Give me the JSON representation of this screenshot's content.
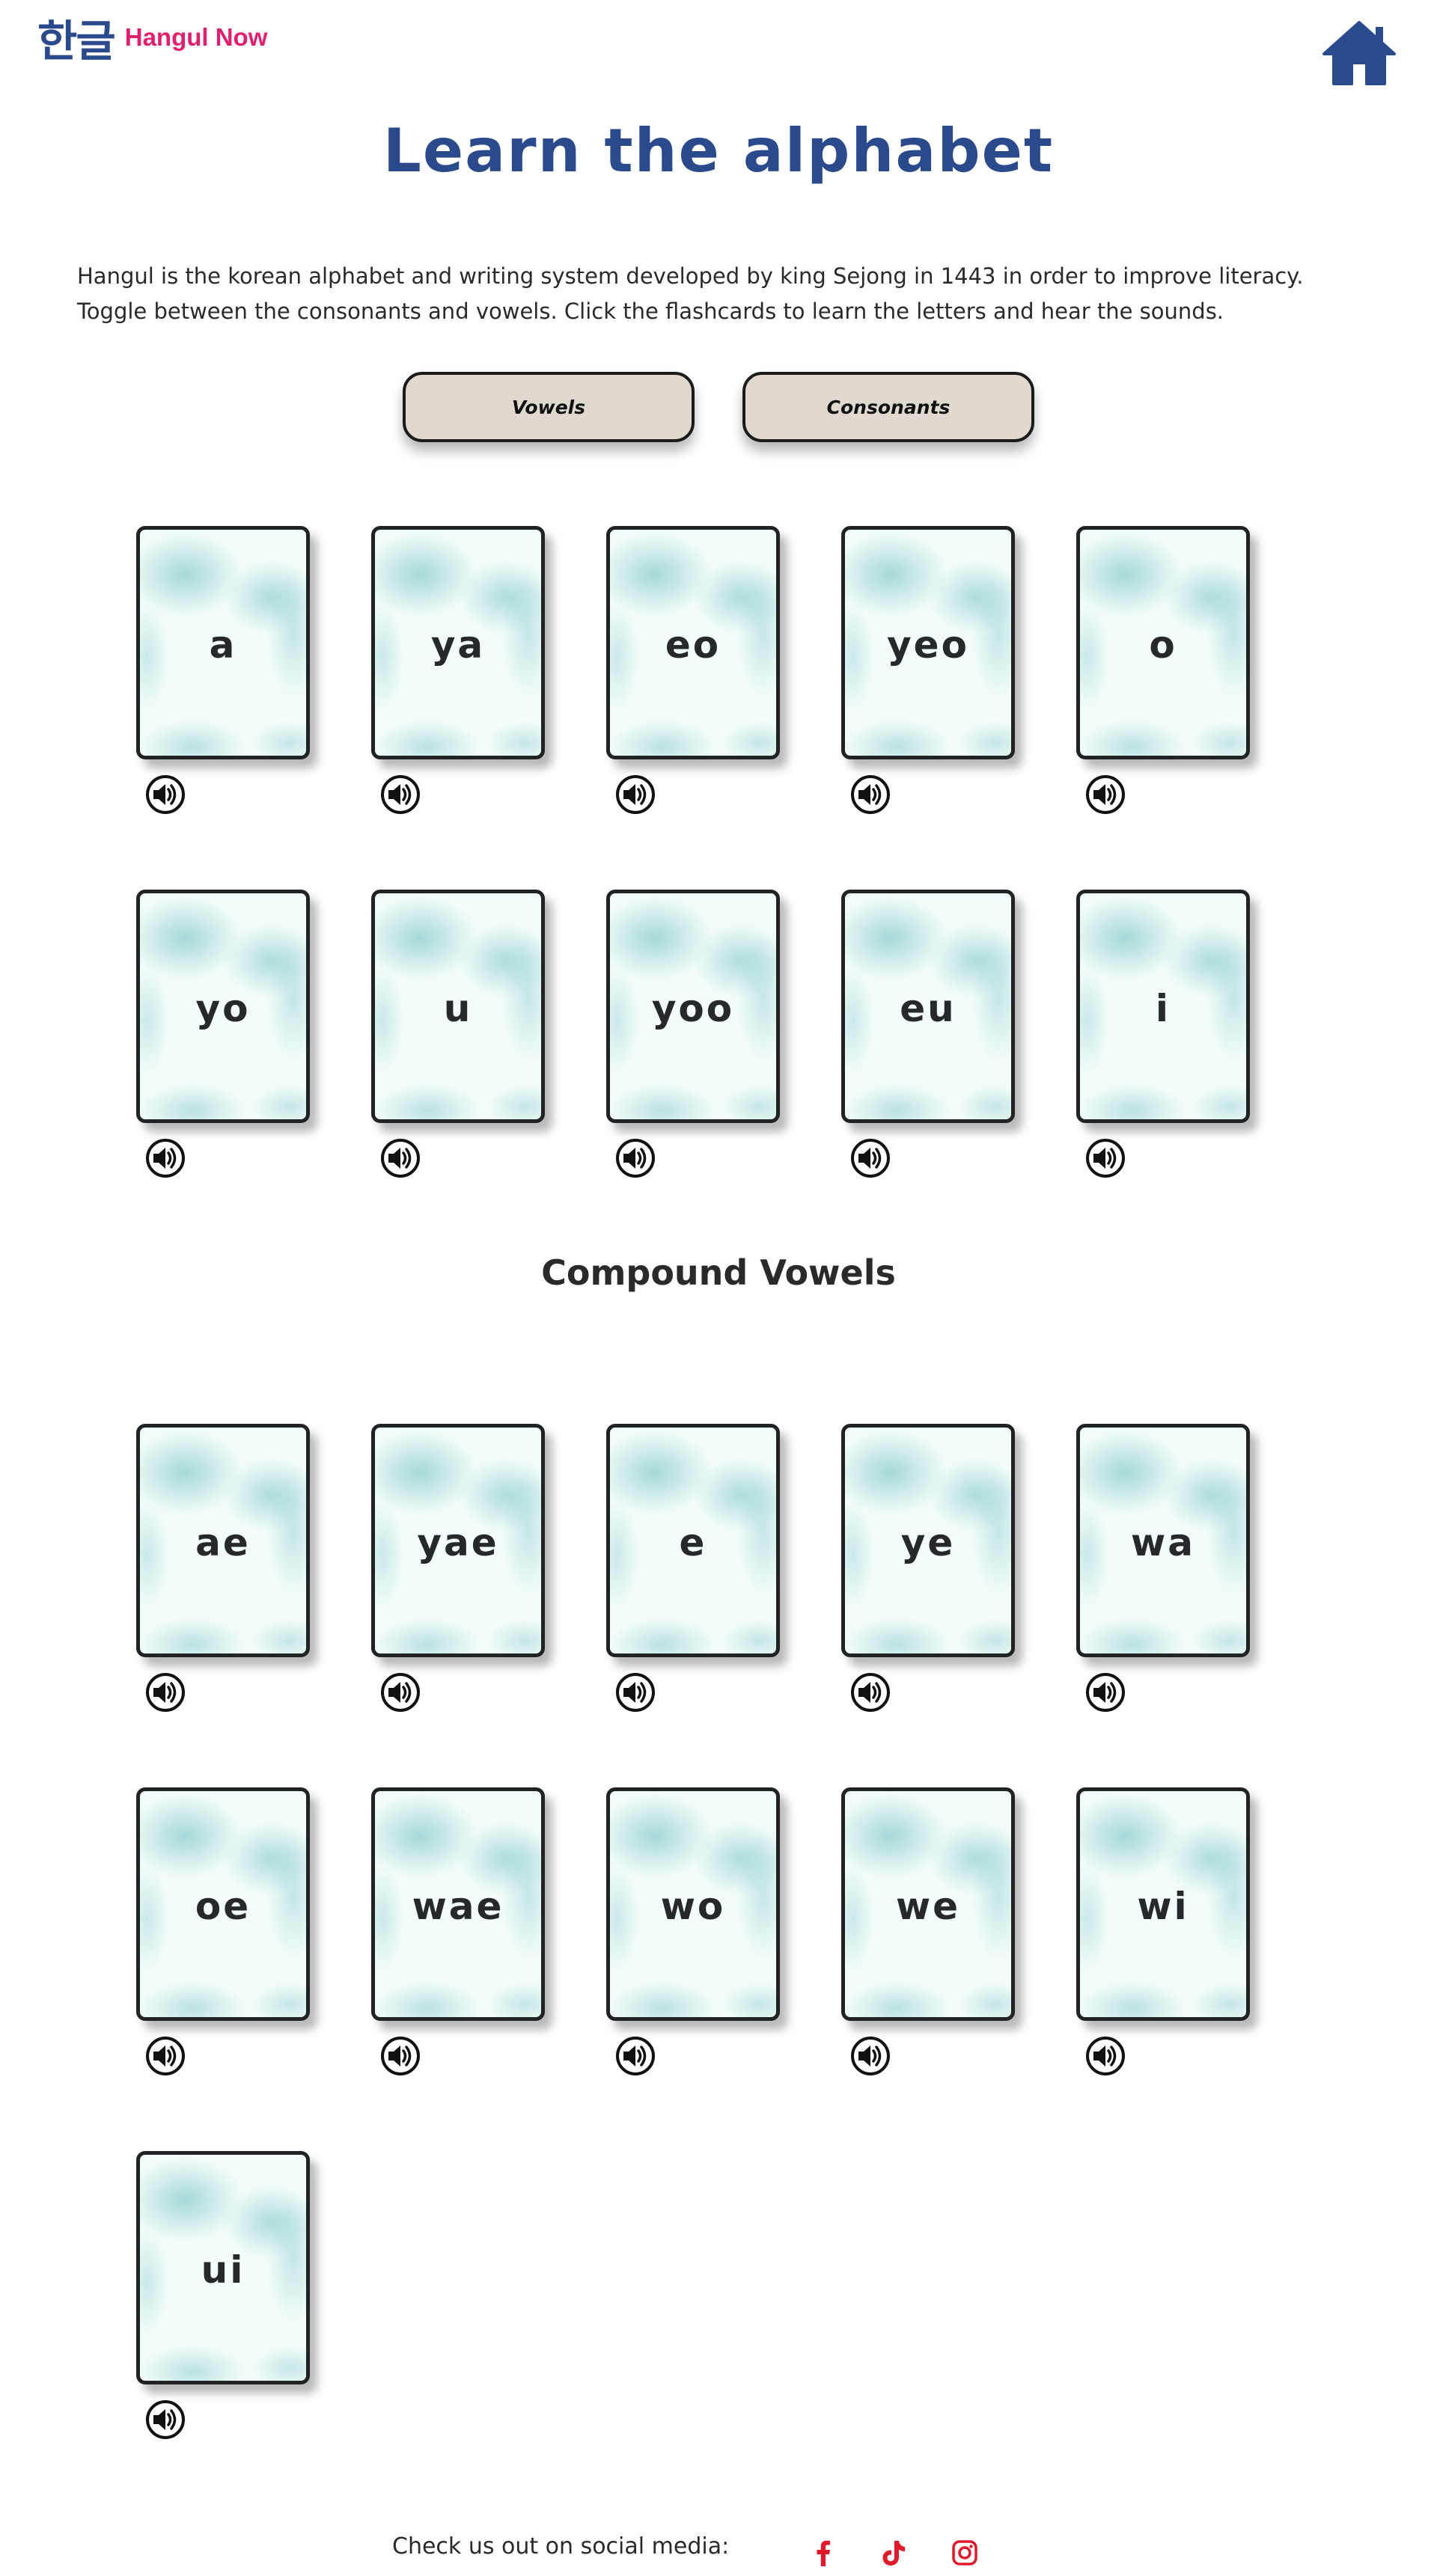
{
  "header": {
    "logo_korean": "한글",
    "logo_text": "Hangul Now",
    "home_icon": "home-icon"
  },
  "main": {
    "title": "Learn the alphabet",
    "intro": "Hangul is the korean alphabet and writing system developed by king Sejong in 1443 in order to improve literacy. Toggle between the consonants and vowels. Click the flashcards to learn the letters and hear the sounds.",
    "toggle": {
      "vowels_label": "Vowels",
      "consonants_label": "Consonants"
    },
    "basic_vowels": [
      {
        "label": "a"
      },
      {
        "label": "ya"
      },
      {
        "label": "eo"
      },
      {
        "label": "yeo"
      },
      {
        "label": "o"
      },
      {
        "label": "yo"
      },
      {
        "label": "u"
      },
      {
        "label": "yoo"
      },
      {
        "label": "eu"
      },
      {
        "label": "i"
      }
    ],
    "compound_title": "Compound Vowels",
    "compound_vowels": [
      {
        "label": "ae"
      },
      {
        "label": "yae"
      },
      {
        "label": "e"
      },
      {
        "label": "ye"
      },
      {
        "label": "wa"
      },
      {
        "label": "oe"
      },
      {
        "label": "wae"
      },
      {
        "label": "wo"
      },
      {
        "label": "we"
      },
      {
        "label": "wi"
      },
      {
        "label": "ui"
      }
    ]
  },
  "footer": {
    "social_text": "Check us out on social media:",
    "social_icons": [
      "facebook-icon",
      "tiktok-icon",
      "instagram-icon"
    ],
    "social_color": "#e01a2a"
  },
  "colors": {
    "brand_blue": "#2b4a8b",
    "brand_pink": "#e0206e",
    "button_bg": "#e0d9cf",
    "card_bg": "#f2fcfa"
  }
}
